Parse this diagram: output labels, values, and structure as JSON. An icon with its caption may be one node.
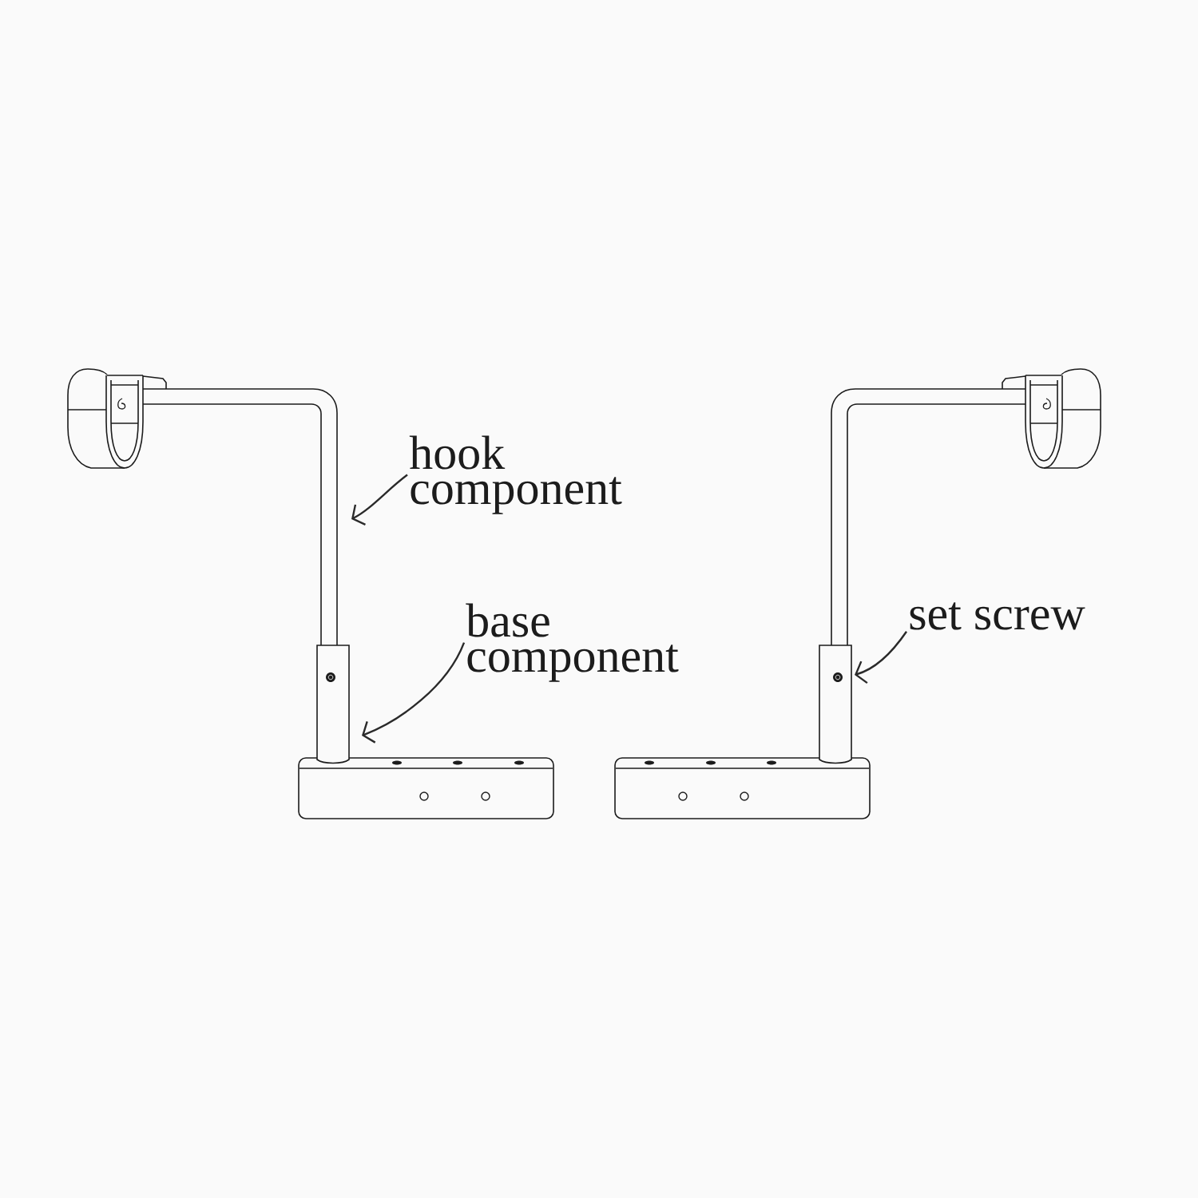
{
  "diagram": {
    "nodes": [
      {
        "text": [
          "hook component"
        ]
      },
      {
        "text": [
          "base component"
        ]
      },
      {
        "text": [
          "set screw"
        ]
      }
    ],
    "edges": [
      {
        "from": 0,
        "to": null,
        "arrow": "to"
      },
      {
        "from": 1,
        "to": null,
        "arrow": "to"
      },
      {
        "from": 2,
        "to": null,
        "arrow": "to"
      }
    ]
  }
}
